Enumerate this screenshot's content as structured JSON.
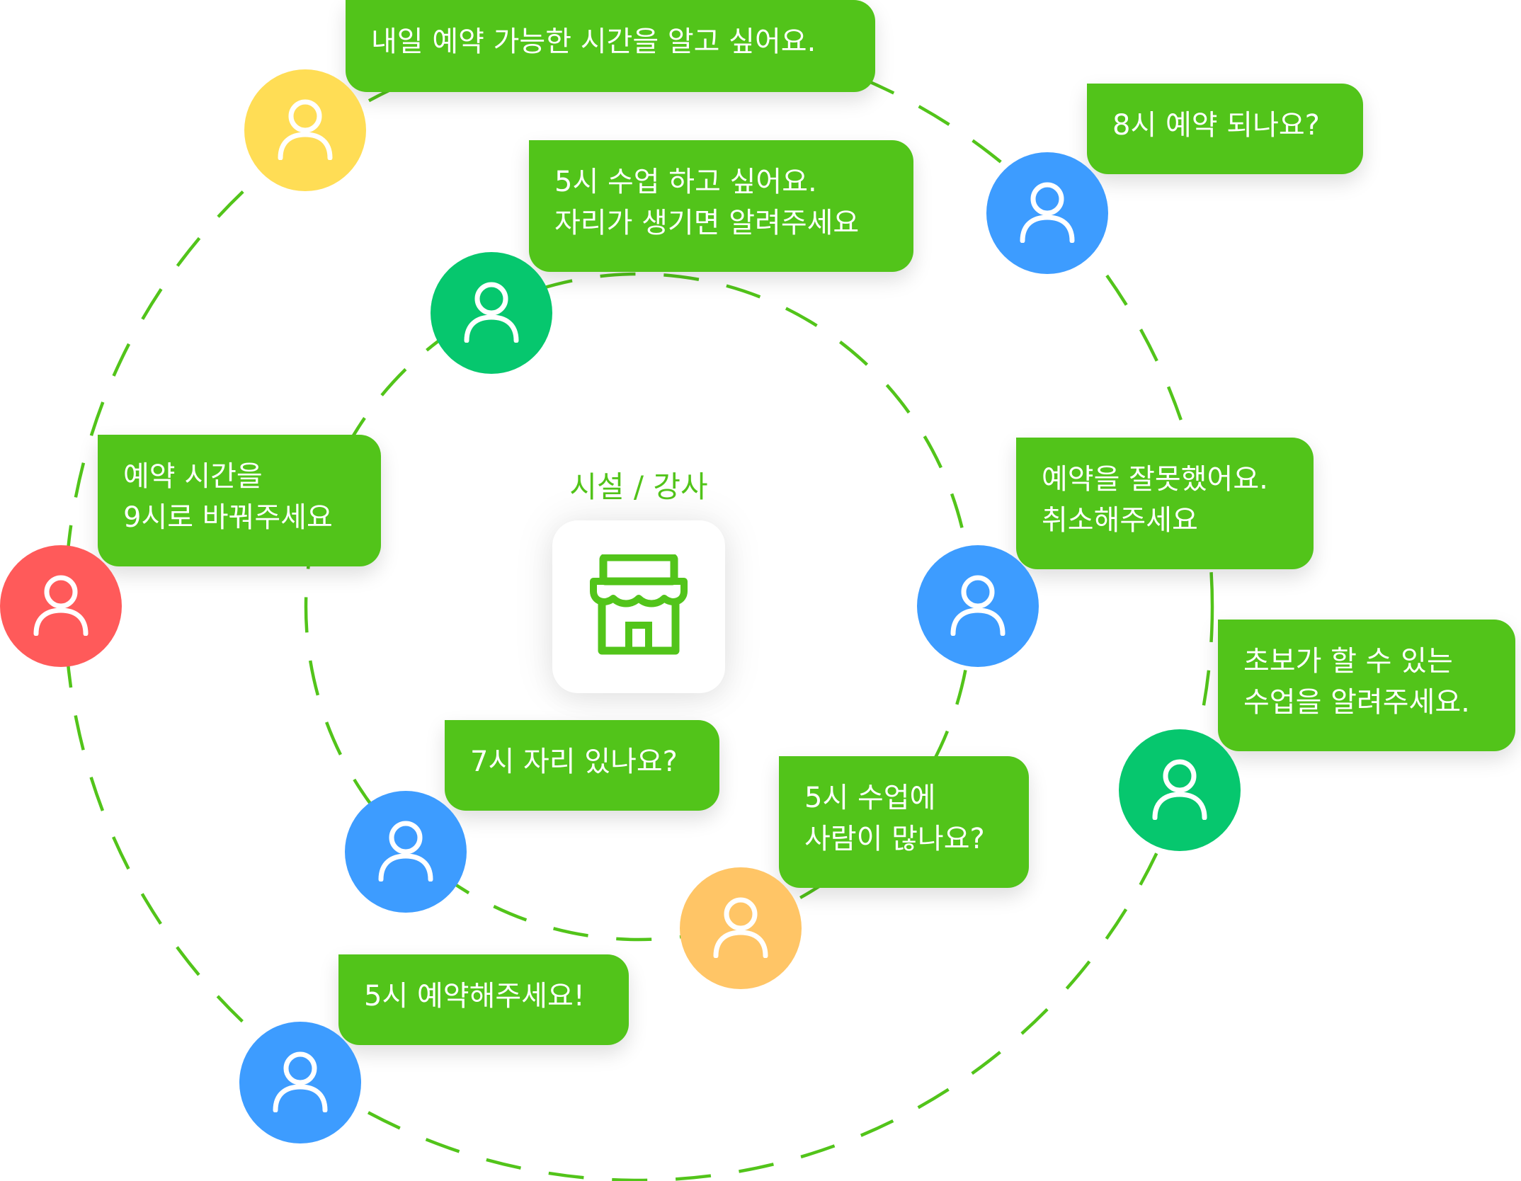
{
  "colors": {
    "accent": "#52C41A",
    "ring": "#52C41A",
    "bubble": "#52C41A",
    "avatar_yellow": "#FFDD55",
    "avatar_blue": "#3D9CFF",
    "avatar_green": "#06C76E",
    "avatar_red": "#FF5A5A",
    "avatar_orange": "#FFC566"
  },
  "center": {
    "label": "시설 / 강사",
    "icon": "store-icon"
  },
  "avatar_icon": "user-icon",
  "messages": [
    {
      "lines": [
        "내일 예약 가능한 시간을 알고 싶어요."
      ],
      "avatar_color": "avatar_yellow"
    },
    {
      "lines": [
        "8시 예약 되나요?"
      ],
      "avatar_color": "avatar_blue"
    },
    {
      "lines": [
        "5시 수업 하고 싶어요.",
        "자리가 생기면 알려주세요"
      ],
      "avatar_color": "avatar_green"
    },
    {
      "lines": [
        "예약 시간을",
        "9시로 바꿔주세요"
      ],
      "avatar_color": "avatar_red"
    },
    {
      "lines": [
        "예약을 잘못했어요.",
        "취소해주세요"
      ],
      "avatar_color": "avatar_blue"
    },
    {
      "lines": [
        "초보가 할 수 있는",
        "수업을 알려주세요."
      ],
      "avatar_color": "avatar_green"
    },
    {
      "lines": [
        "7시 자리 있나요?"
      ],
      "avatar_color": "avatar_blue"
    },
    {
      "lines": [
        "5시 수업에",
        "사람이 많나요?"
      ],
      "avatar_color": "avatar_orange"
    },
    {
      "lines": [
        "5시 예약해주세요!"
      ],
      "avatar_color": "avatar_blue"
    }
  ]
}
